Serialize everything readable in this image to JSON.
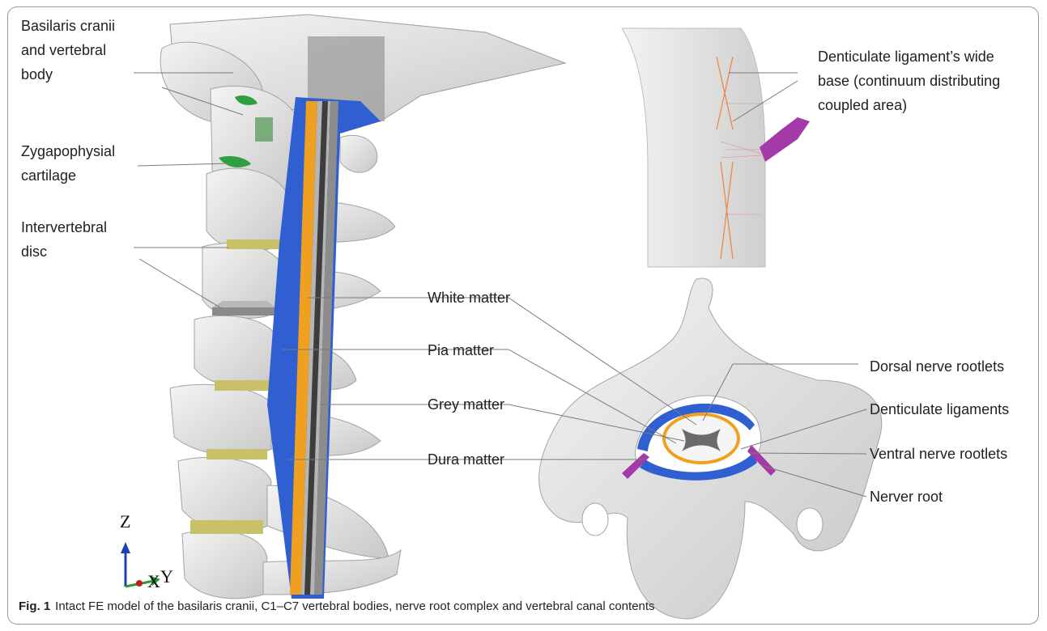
{
  "labels": {
    "basilaris": "Basilaris cranii\nand vertebral\nbody",
    "zygapophysial": "Zygapophysial\ncartilage",
    "intervertebral": "Intervertebral\ndisc",
    "white_matter": "White matter",
    "pia_matter": "Pia matter",
    "grey_matter": "Grey matter",
    "dura_matter": "Dura matter",
    "denticulate_base": "Denticulate ligament’s wide\nbase (continuum distributing\ncoupled area)",
    "dorsal_rootlets": "Dorsal nerve rootlets",
    "denticulate_ligaments": "Denticulate ligaments",
    "ventral_rootlets": "Ventral nerve rootlets",
    "nerve_root": "Nerver root"
  },
  "axes": {
    "z": "Z",
    "x": "X",
    "y": "Y"
  },
  "caption": {
    "prefix": "Fig. 1",
    "text": "Intact FE model of the basilaris cranii, C1–C7 vertebral bodies, nerve root complex and vertebral canal contents"
  },
  "colors": {
    "bone": "#e4e4e4",
    "bone_shadow": "#bdbdbd",
    "dura": "#2f5fd0",
    "pia": "#f0a020",
    "grey": "#6b6b6b",
    "white_matter": "#c8c8c8",
    "cartilage": "#2fa040",
    "disc": "#c9c06a",
    "nerve_root": "#a43aa8",
    "denticulate": "#f07830",
    "axis_z": "#1f3fb0",
    "axis_y": "#2a9a3a",
    "axis_x": "#c02020"
  }
}
